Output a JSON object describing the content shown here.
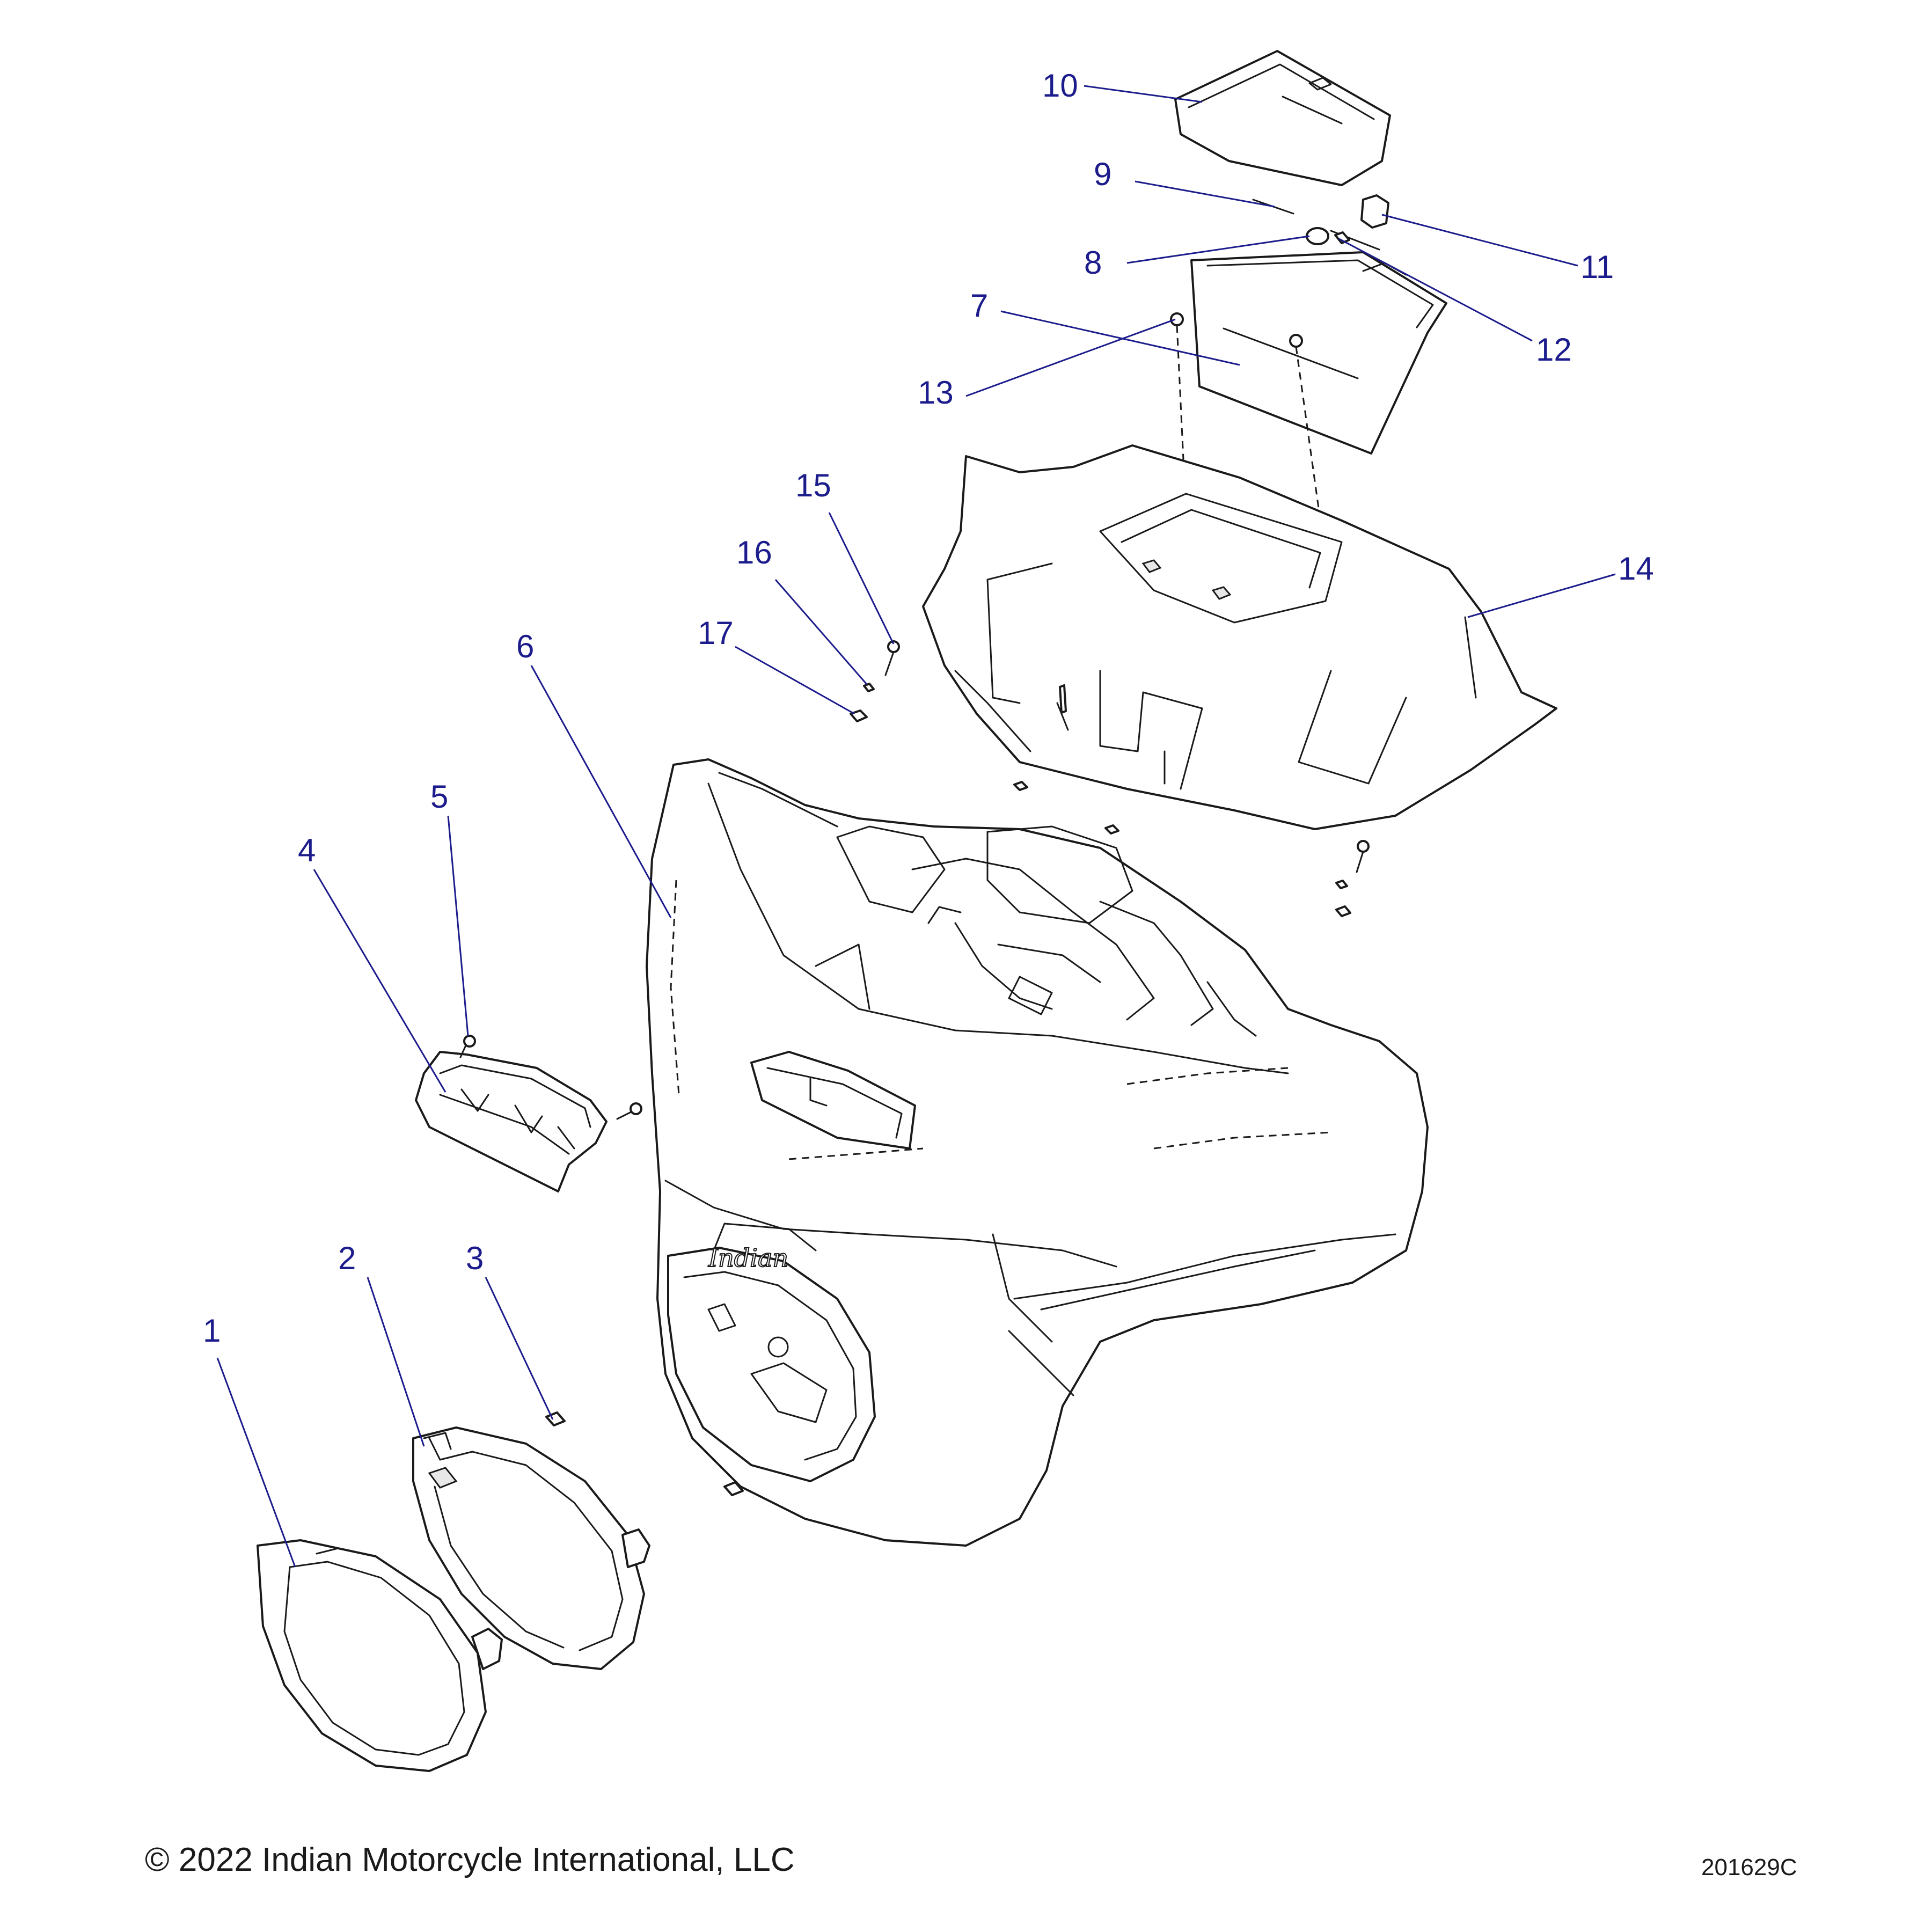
{
  "diagram": {
    "callouts": [
      {
        "id": "c1",
        "label": "1"
      },
      {
        "id": "c2",
        "label": "2"
      },
      {
        "id": "c3",
        "label": "3"
      },
      {
        "id": "c4",
        "label": "4"
      },
      {
        "id": "c5",
        "label": "5"
      },
      {
        "id": "c6",
        "label": "6"
      },
      {
        "id": "c7",
        "label": "7"
      },
      {
        "id": "c8",
        "label": "8"
      },
      {
        "id": "c9",
        "label": "9"
      },
      {
        "id": "c10",
        "label": "10"
      },
      {
        "id": "c11",
        "label": "11"
      },
      {
        "id": "c12",
        "label": "12"
      },
      {
        "id": "c13",
        "label": "13"
      },
      {
        "id": "c14",
        "label": "14"
      },
      {
        "id": "c15",
        "label": "15"
      },
      {
        "id": "c16",
        "label": "16"
      },
      {
        "id": "c17",
        "label": "17"
      }
    ],
    "logo_text": "Indian",
    "callout_color": "#1c1c8c",
    "line_color": "#1a1a1a"
  },
  "footer": {
    "copyright": "© 2022 Indian Motorcycle International, LLC",
    "document_number": "201629C"
  }
}
